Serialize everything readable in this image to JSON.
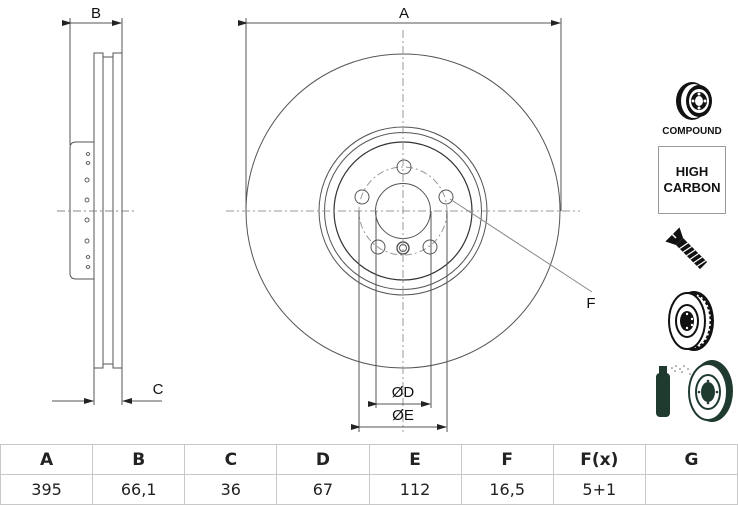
{
  "drawing": {
    "side_view": {
      "dim_B_label": "B",
      "dim_C_label": "C"
    },
    "front_view": {
      "dim_A_label": "A",
      "dim_D_label": "ØD",
      "dim_E_label": "ØE",
      "leader_F_label": "F"
    }
  },
  "badges": {
    "compound_icon": "compound-disc-icon",
    "compound_label": "COMPOUND",
    "high_carbon_line1": "HIGH",
    "high_carbon_line2": "CARBON",
    "screw_icon": "screw-icon",
    "vented_disc_icon": "vented-disc-icon",
    "coated_disc_icon": "spray-coated-disc-icon"
  },
  "spec_table": {
    "headers": [
      "A",
      "B",
      "C",
      "D",
      "E",
      "F",
      "F(x)",
      "G"
    ],
    "values": [
      "395",
      "66,1",
      "36",
      "67",
      "112",
      "16,5",
      "5+1",
      ""
    ]
  },
  "colors": {
    "line": "#555555",
    "text": "#111111",
    "table_border": "#c8c8c8",
    "coating_green": "#1f3a2e"
  }
}
